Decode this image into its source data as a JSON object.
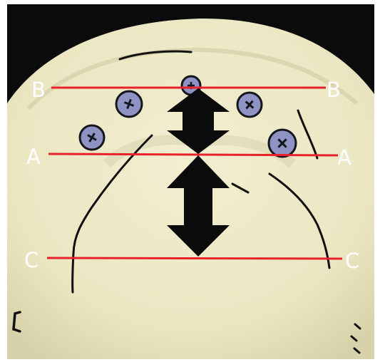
{
  "image": {
    "subject": "upper-dental-cast-with-section-lines",
    "colors": {
      "background": "#0b0b0b",
      "plaster": "#ebe6c2",
      "plaster_shadow": "#c9c39b",
      "section_line": "#e8222a",
      "arrow": "#0b0b0b",
      "screw_fill": "#8e93c4",
      "screw_outline": "#15151c",
      "ink": "#111111",
      "label": "#ffffff"
    },
    "section_lines": [
      {
        "id": "B",
        "left_label": "B",
        "right_label": "B"
      },
      {
        "id": "A",
        "left_label": "A",
        "right_label": "A"
      },
      {
        "id": "C",
        "left_label": "C",
        "right_label": "C"
      }
    ],
    "icons": [
      "screw-head-icon",
      "double-arrow-icon"
    ]
  }
}
